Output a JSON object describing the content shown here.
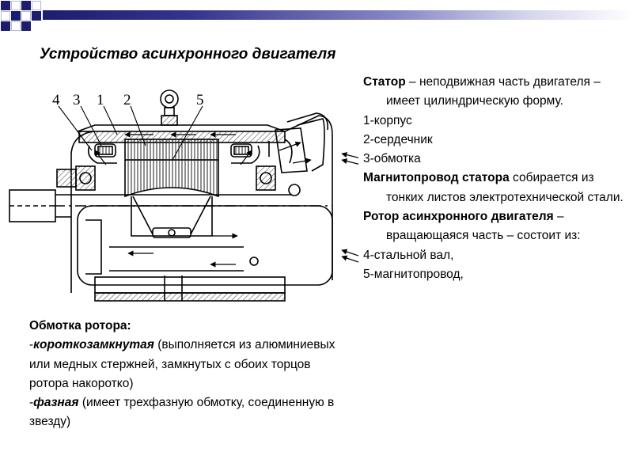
{
  "colors": {
    "navy": "#1d1d6e",
    "header_gradient_end": "#ffffff",
    "text": "#000000",
    "drawing": "#000000",
    "hatch": "#555555"
  },
  "title": "Устройство асинхронного двигателя",
  "diagram": {
    "callout_labels": [
      "4",
      "3",
      "1",
      "2",
      "5"
    ],
    "icons": [
      "eyebolt-icon",
      "airflow-arrow-icon",
      "shaft-icon",
      "fan-icon",
      "terminal-box-icon"
    ]
  },
  "right_block": {
    "stator_term": "Статор",
    "stator_def": " – неподвижная часть двигателя – имеет цилиндрическую форму.",
    "item_1": "1-корпус",
    "item_2": "2-сердечник",
    "item_3": "3-обмотка",
    "core_term": "Магнитопровод статора",
    "core_def": " собирается из тонких листов электротехнической стали.",
    "rotor_term": "Ротор асинхронного двигателя",
    "rotor_def": " – вращающаяся часть – состоит из:",
    "item_4": "4-стальной вал,",
    "item_5": "5-магнитопровод,"
  },
  "bottom_block": {
    "heading": "Обмотка ротора:",
    "dash_1": "-",
    "type_1_term": "короткозамкнутая",
    "type_1_def": " (выполняется из алюминиевых или медных стержней, замкнутых с обоих торцов ротора накоротко)",
    "dash_2": "-",
    "type_2_term": "фазная",
    "type_2_def": " (имеет трехфазную обмотку, соединенную в звезду)"
  }
}
